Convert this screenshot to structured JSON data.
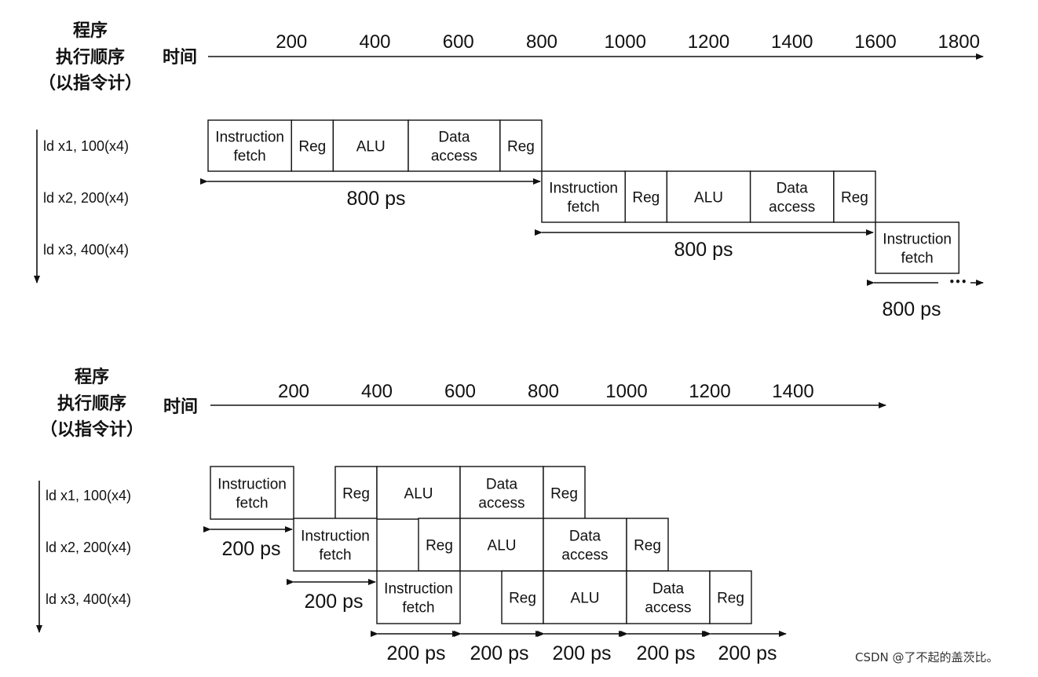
{
  "labels": {
    "program_order": [
      "程序",
      "执行顺序",
      "（以指令计）"
    ],
    "time": "时间",
    "watermark": "CSDN @了不起的盖茨比。"
  },
  "instructions": [
    "ld x1, 100(x4)",
    "ld x2, 200(x4)",
    "ld x3, 400(x4)"
  ],
  "stage_names": {
    "instruction_fetch": [
      "Instruction",
      "fetch"
    ],
    "reg": "Reg",
    "alu": "ALU",
    "data_access": [
      "Data",
      "access"
    ]
  },
  "diagrams": [
    {
      "id": "single-cycle",
      "time_ticks": [
        "200",
        "400",
        "600",
        "800",
        "1000",
        "1200",
        "1400",
        "1600",
        "1800"
      ],
      "duration_labels": [
        "800 ps",
        "800 ps",
        "800 ps"
      ],
      "continuation": "•••",
      "rows": [
        {
          "instruction": 0,
          "stages": [
            {
              "type": "instruction_fetch",
              "start": 0,
              "end": 200
            },
            {
              "type": "reg",
              "start": 200,
              "end": 300
            },
            {
              "type": "alu",
              "start": 300,
              "end": 480
            },
            {
              "type": "data_access",
              "start": 480,
              "end": 700
            },
            {
              "type": "reg",
              "start": 700,
              "end": 800
            }
          ]
        },
        {
          "instruction": 1,
          "stages": [
            {
              "type": "instruction_fetch",
              "start": 800,
              "end": 1000
            },
            {
              "type": "reg",
              "start": 1000,
              "end": 1100
            },
            {
              "type": "alu",
              "start": 1100,
              "end": 1300
            },
            {
              "type": "data_access",
              "start": 1300,
              "end": 1500
            },
            {
              "type": "reg",
              "start": 1500,
              "end": 1600
            }
          ]
        },
        {
          "instruction": 2,
          "stages": [
            {
              "type": "instruction_fetch",
              "start": 1600,
              "end": 1800
            }
          ]
        }
      ]
    },
    {
      "id": "pipelined",
      "time_ticks": [
        "200",
        "400",
        "600",
        "800",
        "1000",
        "1200",
        "1400"
      ],
      "duration_labels": [
        "200 ps",
        "200 ps",
        "200 ps",
        "200 ps",
        "200 ps",
        "200 ps",
        "200 ps"
      ],
      "rows": [
        {
          "instruction": 0,
          "stages": [
            {
              "type": "instruction_fetch",
              "start": 0,
              "end": 200
            },
            {
              "type": "reg",
              "start": 300,
              "end": 400
            },
            {
              "type": "alu",
              "start": 400,
              "end": 600
            },
            {
              "type": "data_access",
              "start": 600,
              "end": 800
            },
            {
              "type": "reg",
              "start": 800,
              "end": 900
            }
          ]
        },
        {
          "instruction": 1,
          "stages": [
            {
              "type": "instruction_fetch",
              "start": 200,
              "end": 400
            },
            {
              "type": "reg",
              "start": 500,
              "end": 600
            },
            {
              "type": "alu",
              "start": 600,
              "end": 800
            },
            {
              "type": "data_access",
              "start": 800,
              "end": 1000
            },
            {
              "type": "reg",
              "start": 1000,
              "end": 1100
            }
          ]
        },
        {
          "instruction": 2,
          "stages": [
            {
              "type": "instruction_fetch",
              "start": 400,
              "end": 600
            },
            {
              "type": "reg",
              "start": 700,
              "end": 800
            },
            {
              "type": "alu",
              "start": 800,
              "end": 1000
            },
            {
              "type": "data_access",
              "start": 1000,
              "end": 1200
            },
            {
              "type": "reg",
              "start": 1200,
              "end": 1300
            }
          ]
        }
      ]
    }
  ]
}
